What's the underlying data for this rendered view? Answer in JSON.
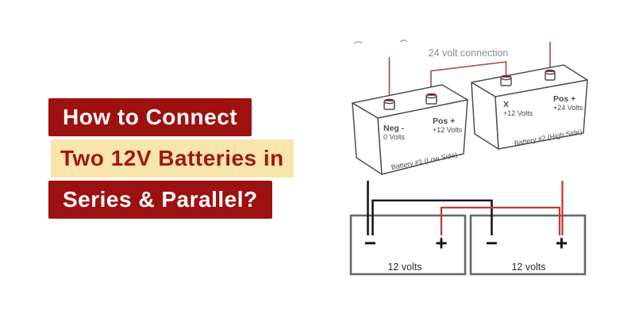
{
  "headline": {
    "lines": [
      {
        "text": "How to Connect",
        "bg": "#9E1111",
        "color": "#FFFFFF"
      },
      {
        "text": "Two 12V Batteries in",
        "bg": "#F7E5AC",
        "color": "#A31616"
      },
      {
        "text": "Series & Parallel?",
        "bg": "#9E1111",
        "color": "#FFFFFF"
      }
    ]
  },
  "series_diagram": {
    "caption": "24 volt connection",
    "battery1": {
      "neg_label": "Neg -",
      "neg_voltage": "0 Volts",
      "pos_label": "Pos +",
      "pos_voltage": "+12 Volts",
      "name": "Battery #1 (Low Side)"
    },
    "battery2": {
      "mid_label": "X",
      "mid_voltage": "+12 Volts",
      "pos_label": "Pos +",
      "pos_voltage": "+24 Volts",
      "name": "Battery #2 (High Side)"
    },
    "wire_color": "#B0544C",
    "outline_color": "#4F4F4F",
    "caption_color": "#8C8C8C"
  },
  "parallel_diagram": {
    "batteries": [
      {
        "neg_symbol": "−",
        "pos_symbol": "+",
        "label": "12 volts"
      },
      {
        "neg_symbol": "−",
        "pos_symbol": "+",
        "label": "12 volts"
      }
    ],
    "negative_wire_color": "#191919",
    "positive_wire_color": "#C23B35",
    "box_border_color": "#686868"
  }
}
